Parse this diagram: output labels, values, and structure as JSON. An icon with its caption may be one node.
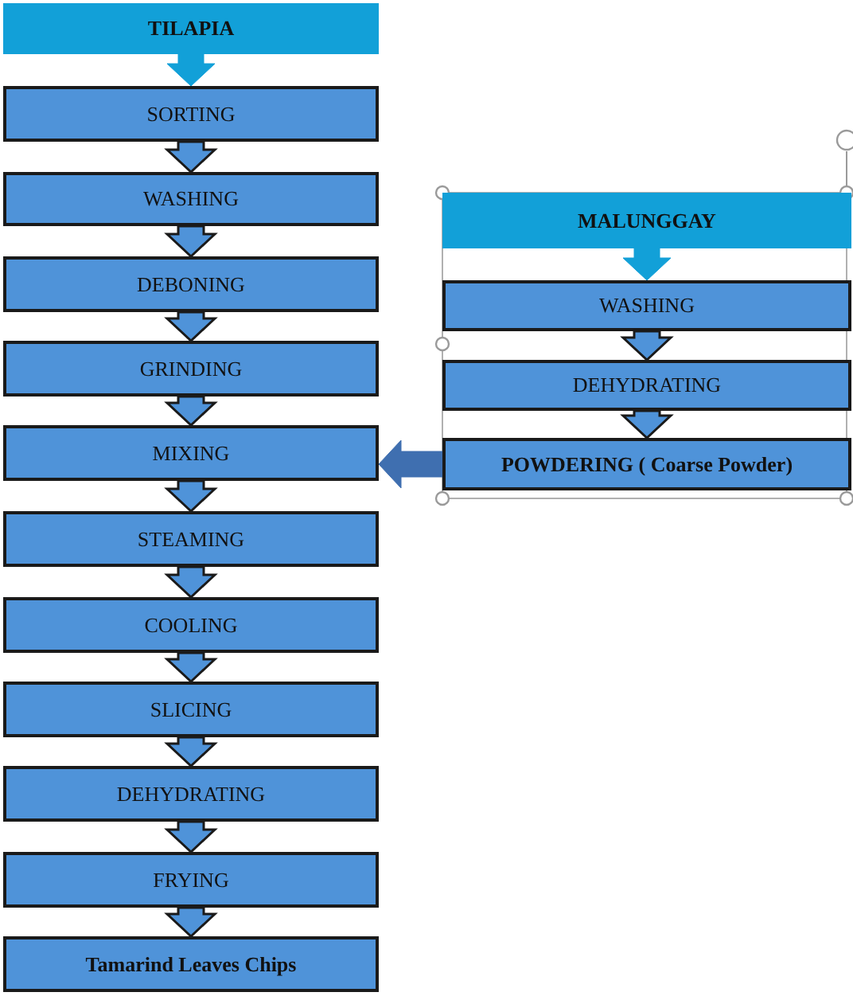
{
  "diagram": {
    "nodes": [
      {
        "text": [
          "TILAPIA"
        ]
      },
      {
        "text": [
          "SORTING"
        ]
      },
      {
        "text": [
          "WASHING"
        ]
      },
      {
        "text": [
          "DEBONING"
        ]
      },
      {
        "text": [
          "GRINDING"
        ]
      },
      {
        "text": [
          "MIXING"
        ]
      },
      {
        "text": [
          "STEAMING"
        ]
      },
      {
        "text": [
          "COOLING"
        ]
      },
      {
        "text": [
          "SLICING"
        ]
      },
      {
        "text": [
          "DEHYDRATING"
        ]
      },
      {
        "text": [
          "FRYING"
        ]
      },
      {
        "text": [
          "Tamarind Leaves Chips"
        ]
      },
      {
        "text": [
          "MALUNGGAY"
        ]
      },
      {
        "text": [
          "WASHING"
        ]
      },
      {
        "text": [
          "DEHYDRATING"
        ]
      },
      {
        "text": [
          "POWDERING ( Coarse Powder)"
        ]
      }
    ],
    "edges": [
      {
        "from": 0,
        "to": 1,
        "arrow": "to",
        "color": "#12a0d8"
      },
      {
        "from": 1,
        "to": 2,
        "arrow": "to"
      },
      {
        "from": 2,
        "to": 3,
        "arrow": "to"
      },
      {
        "from": 3,
        "to": 4,
        "arrow": "to"
      },
      {
        "from": 4,
        "to": 5,
        "arrow": "to"
      },
      {
        "from": 5,
        "to": 6,
        "arrow": "to"
      },
      {
        "from": 6,
        "to": 7,
        "arrow": "to"
      },
      {
        "from": 7,
        "to": 8,
        "arrow": "to"
      },
      {
        "from": 8,
        "to": 9,
        "arrow": "to"
      },
      {
        "from": 9,
        "to": 10,
        "arrow": "to"
      },
      {
        "from": 10,
        "to": 11,
        "arrow": "to"
      },
      {
        "from": 12,
        "to": 13,
        "arrow": "to",
        "color": "#12a0d8"
      },
      {
        "from": 13,
        "to": 14,
        "arrow": "to"
      },
      {
        "from": 14,
        "to": 15,
        "arrow": "to"
      },
      {
        "from": 15,
        "to": 5,
        "arrow": "to",
        "color": "#3f6fb0"
      }
    ]
  }
}
